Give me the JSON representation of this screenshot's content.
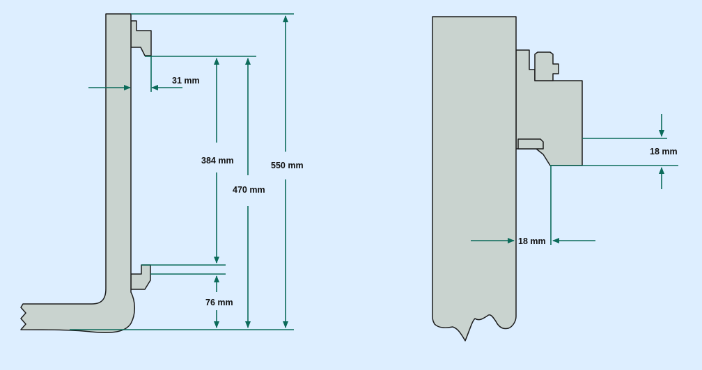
{
  "colors": {
    "background": "#ddeeff",
    "part_fill": "#c9d3cf",
    "outline": "#1c1c1c",
    "dimension": "#0b6b5a",
    "label_text": "#111111"
  },
  "left_view": {
    "thickness_label": "31 mm",
    "upper_span_label": "384 mm",
    "mid_span_label": "470 mm",
    "overall_height_label": "550 mm",
    "lower_hook_label": "76 mm"
  },
  "right_view": {
    "hook_gap_label": "18 mm",
    "hook_offset_label": "18 mm"
  }
}
